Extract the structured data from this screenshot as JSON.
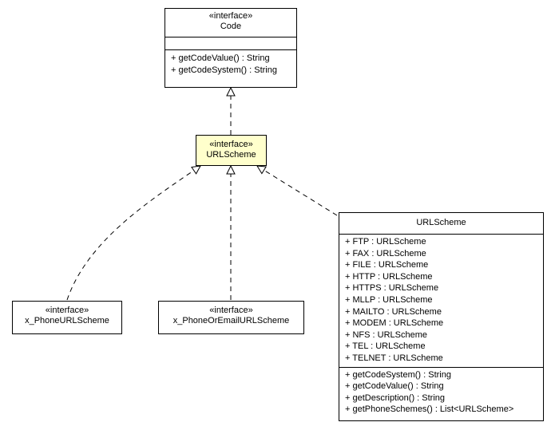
{
  "nodes": {
    "code": {
      "stereotype": "«interface»",
      "name": "Code",
      "attributes": [],
      "operations": [
        "+ getCodeValue() : String",
        "+ getCodeSystem() : String"
      ]
    },
    "urlscheme_iface": {
      "stereotype": "«interface»",
      "name": "URLScheme"
    },
    "phone": {
      "stereotype": "«interface»",
      "name": "x_PhoneURLScheme"
    },
    "phone_email": {
      "stereotype": "«interface»",
      "name": "x_PhoneOrEmailURLScheme"
    },
    "urlscheme_class": {
      "name": "URLScheme",
      "attributes": [
        "+ FTP : URLScheme",
        "+ FAX : URLScheme",
        "+ FILE : URLScheme",
        "+ HTTP : URLScheme",
        "+ HTTPS : URLScheme",
        "+ MLLP : URLScheme",
        "+ MAILTO : URLScheme",
        "+ MODEM : URLScheme",
        "+ NFS : URLScheme",
        "+ TEL : URLScheme",
        "+ TELNET : URLScheme"
      ],
      "operations": [
        "+ getCodeSystem() : String",
        "+ getCodeValue() : String",
        "+ getDescription() : String",
        "+ getPhoneSchemes() : List<URLScheme>"
      ]
    }
  },
  "colors": {
    "highlight": "#ffffcc",
    "line": "#000000"
  }
}
